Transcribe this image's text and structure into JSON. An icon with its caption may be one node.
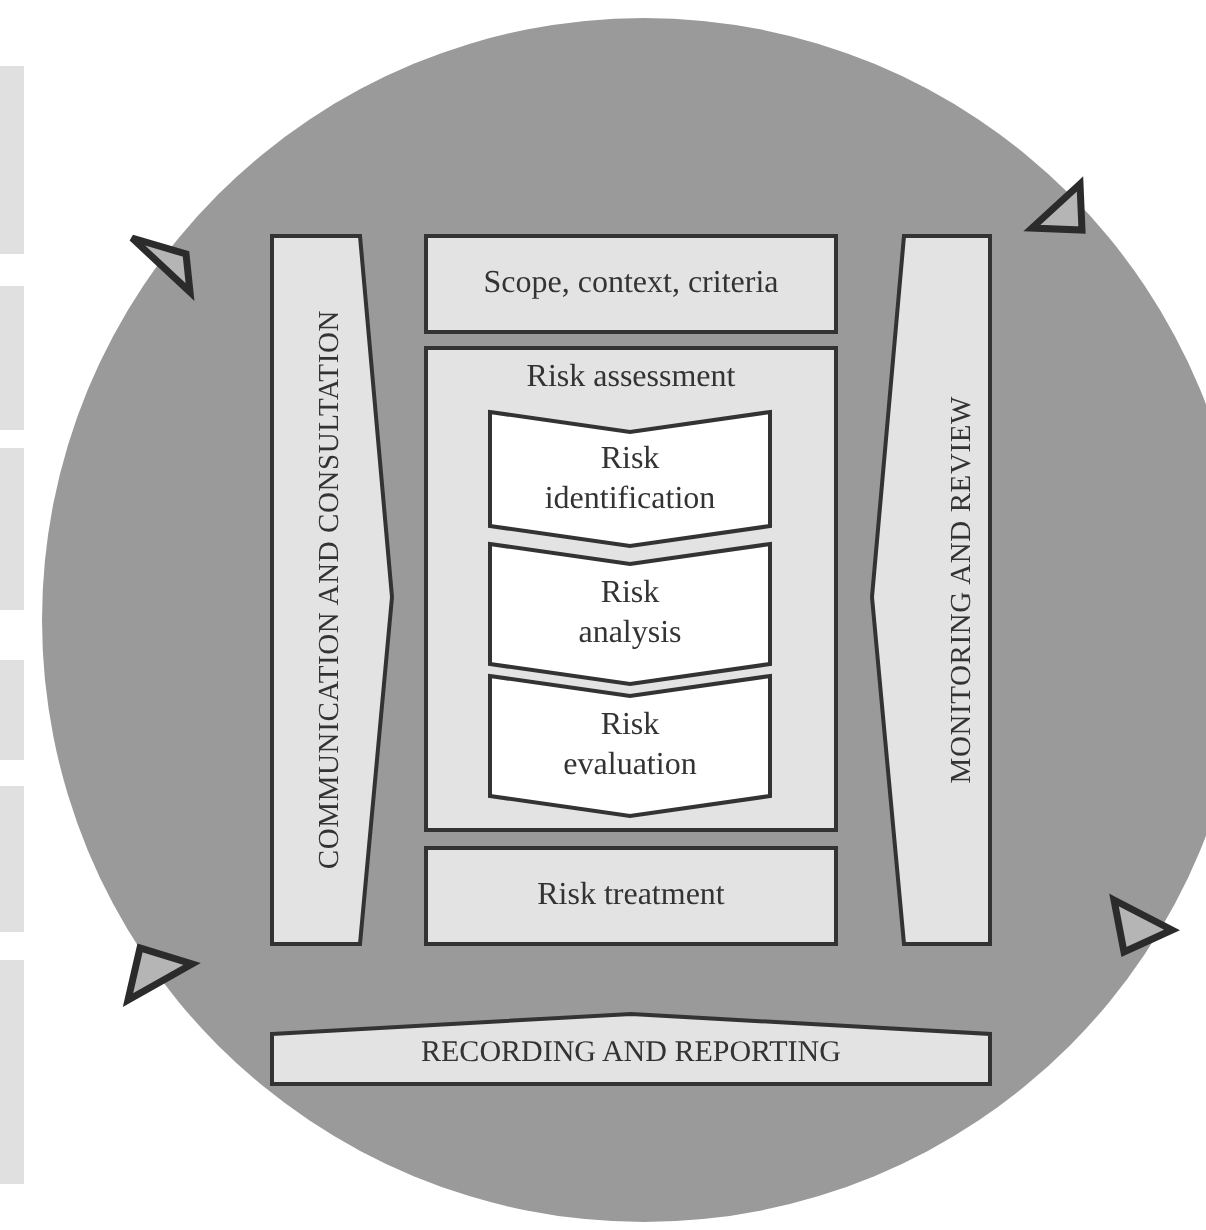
{
  "diagram": {
    "nodes": [
      {
        "text": [
          "Scope, context, criteria"
        ]
      },
      {
        "text": [
          "Risk assessment"
        ]
      },
      {
        "text": [
          "Risk identification"
        ],
        "in": 1
      },
      {
        "text": [
          "Risk analysis"
        ],
        "in": 1
      },
      {
        "text": [
          "Risk evaluation"
        ],
        "in": 1
      },
      {
        "text": [
          "Risk treatment"
        ]
      },
      {
        "text": [
          "COMMUNICATION AND CONSULTATION"
        ]
      },
      {
        "text": [
          "MONITORING AND REVIEW"
        ]
      },
      {
        "text": [
          "RECORDING AND REPORTING"
        ]
      }
    ]
  }
}
